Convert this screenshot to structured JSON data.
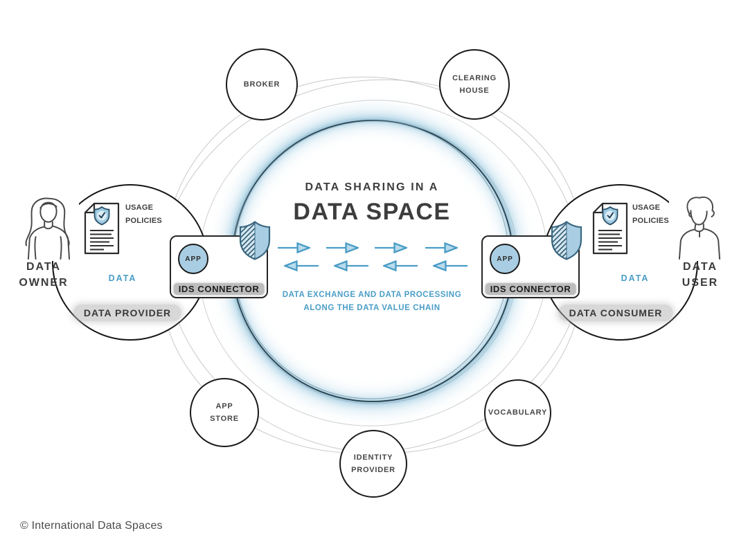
{
  "colors": {
    "accent_blue": "#4a9dc6",
    "light_blue_fill": "#a9cee3",
    "outline_dark": "#1a1a1a",
    "text_dark": "#3c3c3c",
    "orbit_gray": "#c9c9c9",
    "pill_gray": "#b2b2b2"
  },
  "title": {
    "line1": "DATA SHARING IN A",
    "line2": "DATA SPACE"
  },
  "caption": {
    "line1": "DATA EXCHANGE AND DATA PROCESSING",
    "line2": "ALONG THE DATA VALUE CHAIN"
  },
  "satellites": {
    "broker": {
      "line1": "BROKER",
      "line2": ""
    },
    "clearing_house": {
      "line1": "CLEARING",
      "line2": "HOUSE"
    },
    "app_store": {
      "line1": "APP",
      "line2": "STORE"
    },
    "identity_provider": {
      "line1": "IDENTITY",
      "line2": "PROVIDER"
    },
    "vocabulary": {
      "line1": "VOCABULARY",
      "line2": ""
    }
  },
  "left": {
    "persona": {
      "line1": "DATA",
      "line2": "OWNER"
    },
    "usage_policies": {
      "line1": "USAGE",
      "line2": "POLICIES"
    },
    "data_label": "DATA",
    "role_label": "DATA PROVIDER",
    "connector": {
      "app_label": "APP",
      "label": "IDS CONNECTOR"
    }
  },
  "right": {
    "persona": {
      "line1": "DATA",
      "line2": "USER"
    },
    "usage_policies": {
      "line1": "USAGE",
      "line2": "POLICIES"
    },
    "data_label": "DATA",
    "role_label": "DATA CONSUMER",
    "connector": {
      "app_label": "APP",
      "label": "IDS CONNECTOR"
    }
  },
  "footer": {
    "copyright": "© International Data Spaces"
  }
}
